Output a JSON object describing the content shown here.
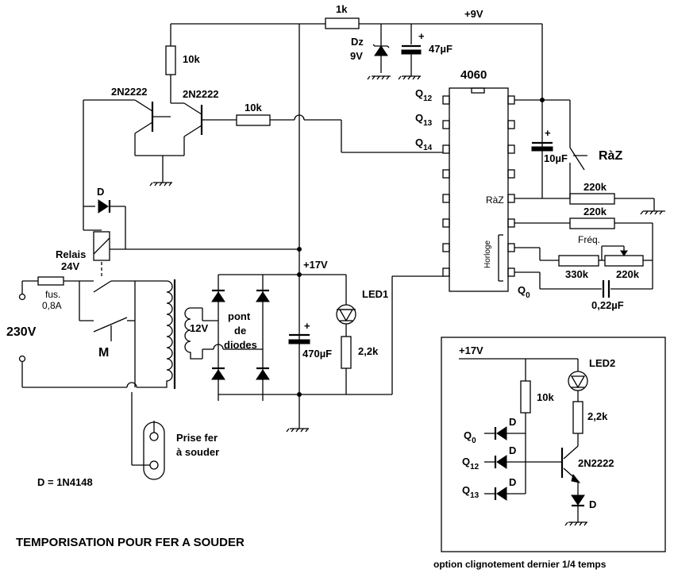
{
  "labels": {
    "res_1k": "1k",
    "vcc9": "+9V",
    "dz": "Dz",
    "dz_v": "9V",
    "cap47": "47µF",
    "res10k_top": "10k",
    "tr1": "2N2222",
    "tr2": "2N2222",
    "res10k_base": "10k",
    "ic": "4060",
    "q12": "Q",
    "q12_sub": "12",
    "q13": "Q",
    "q13_sub": "13",
    "q14": "Q",
    "q14_sub": "14",
    "cap10": "10µF",
    "raz_switch": "RàZ",
    "raz_pin": "RàZ",
    "res220k_raz": "220k",
    "res220k_osc": "220k",
    "horloge": "Horloge",
    "freq": "Fréq.",
    "res330k": "330k",
    "pot220k": "220k",
    "q0": "Q",
    "q0_sub": "0",
    "cap022": "0,22µF",
    "diode_d": "D",
    "relais": "Relais",
    "relais_v": "24V",
    "fus": "fus.",
    "fus_val": "0,8A",
    "mains": "230V",
    "m": "M",
    "v12": "12V",
    "pont1": "pont",
    "pont2": "de",
    "pont3": "diodes",
    "vcc17": "+17V",
    "led1": "LED1",
    "cap470": "470µF",
    "res22k": "2,2k",
    "prise1": "Prise fer",
    "prise2": "à souder",
    "d_note": "D = 1N4148",
    "title": "TEMPORISATION POUR FER A SOUDER"
  },
  "option": {
    "vcc": "+17V",
    "led2": "LED2",
    "res10k": "10k",
    "res22k": "2,2k",
    "tr": "2N2222",
    "q0": "Q",
    "q0_sub": "0",
    "q12": "Q",
    "q12_sub": "12",
    "q13": "Q",
    "q13_sub": "13",
    "d1": "D",
    "d2": "D",
    "d3": "D",
    "d4": "D",
    "caption": "option clignotement dernier 1/4 temps"
  }
}
